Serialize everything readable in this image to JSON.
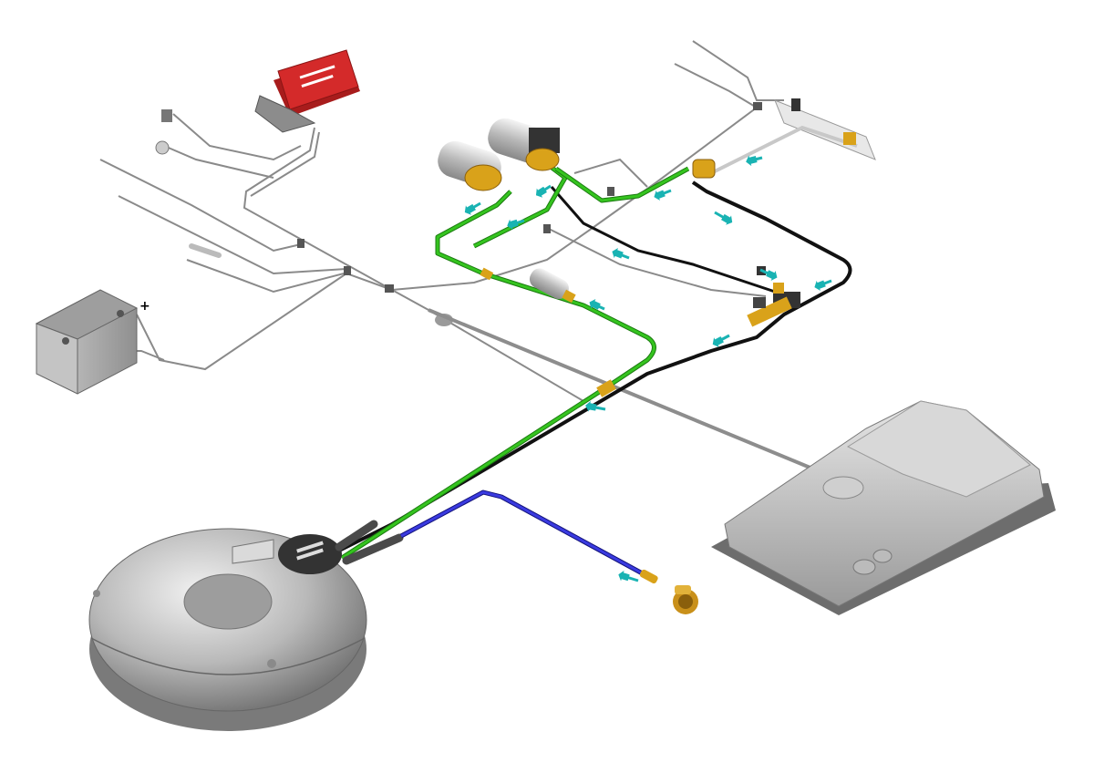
{
  "diagram": {
    "battery_terminal_label": "+",
    "colors": {
      "background": "#ffffff",
      "gas_line_green": "#35c41f",
      "return_line_black": "#111111",
      "filler_line_blue": "#2323c8",
      "wire_grey": "#8a8a8a",
      "ecu_red": "#d42a2a",
      "brass": "#d9a21a",
      "flow_arrow": "#19b3b3",
      "tank_grey": "#bdbdbd"
    },
    "components": [
      "lpg-toroidal-tank",
      "multivalve",
      "filler-hose",
      "filler-nozzle",
      "petrol-tank",
      "battery",
      "ecu",
      "reducer-vaporizer",
      "gas-filter",
      "gas-injector-rail",
      "solenoid-valve",
      "fuel-pump-relay"
    ]
  }
}
